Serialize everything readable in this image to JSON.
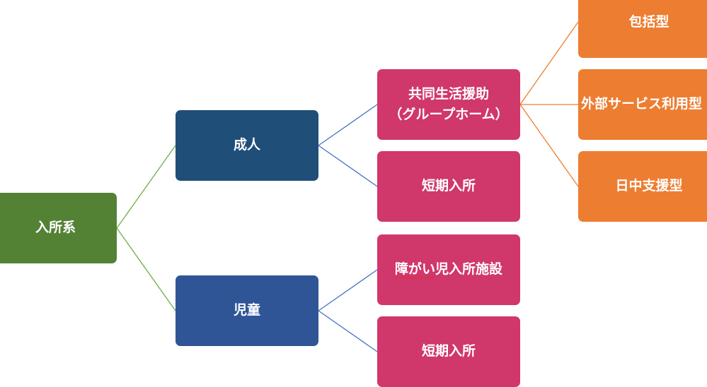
{
  "nodes": {
    "root": "入所系",
    "adult": "成人",
    "child": "児童",
    "group_home_line1": "共同生活援助",
    "group_home_line2": "（グループホーム）",
    "adult_short_stay": "短期入所",
    "disability_facility_pre": "障がい",
    "disability_facility_post": "児入所施設",
    "child_short_stay": "短期入所",
    "comprehensive": "包括型",
    "external_service": "外部サービス利用型",
    "daytime_support": "日中支援型"
  },
  "colors": {
    "root": "#548235",
    "adult": "#1f4e79",
    "child": "#2f5597",
    "third_level": "#d0376b",
    "fourth_level": "#ed7d31",
    "connector_root": "#70ad47",
    "connector_blue": "#4472c4",
    "connector_orange": "#ed7d31"
  }
}
